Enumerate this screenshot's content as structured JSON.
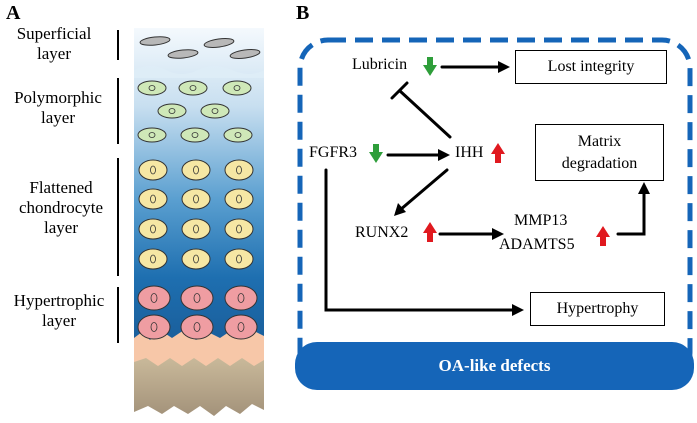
{
  "panel_a": {
    "letter": "A",
    "layers": [
      {
        "label": "Superficial layer"
      },
      {
        "label": "Polymorphic layer"
      },
      {
        "label": "Flattened chondrocyte layer"
      },
      {
        "label": "Hypertrophic layer"
      }
    ]
  },
  "panel_b": {
    "letter": "B",
    "nodes": {
      "lubricin": "Lubricin",
      "fgfr3": "FGFR3",
      "ihh": "IHH",
      "runx2": "RUNX2",
      "mmp13": "MMP13",
      "adamts5": "ADAMTS5"
    },
    "boxes": {
      "lost_integrity": "Lost integrity",
      "matrix_degradation_1": "Matrix",
      "matrix_degradation_2": "degradation",
      "hypertrophy": "Hypertrophy"
    },
    "bar_label": "OA-like defects",
    "colors": {
      "up_arrow": "#e0191f",
      "down_arrow": "#2e9e3a",
      "dashed_border": "#1565b8",
      "bar": "#1565b8"
    }
  }
}
